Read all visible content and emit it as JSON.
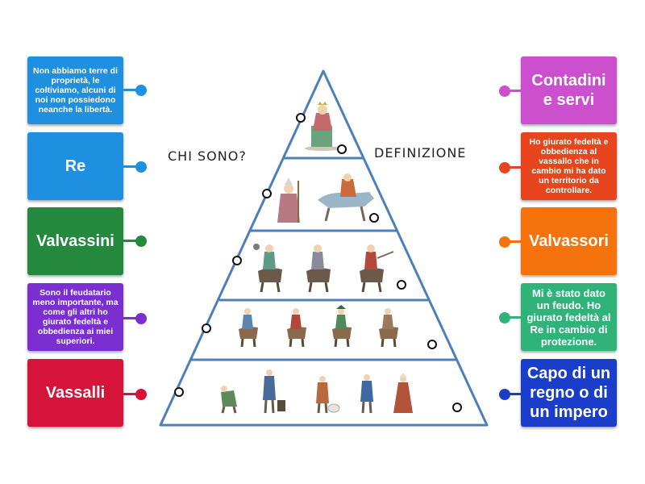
{
  "headings": {
    "left": "CHI SONO?",
    "right": "DEFINIZIONE"
  },
  "left_cards": [
    {
      "text": "Non abbiamo terre di proprietà, le coltiviamo, alcuni di noi non possiedono neanche la libertà.",
      "color": "#1f8fe0",
      "dot": "#1f8fe0"
    },
    {
      "text": "Re",
      "color": "#1f8fe0",
      "dot": "#1f8fe0"
    },
    {
      "text": "Valvassini",
      "color": "#24883f",
      "dot": "#24883f"
    },
    {
      "text": "Sono il feudatario meno importante, ma come gli altri ho giurato fedeltà e obbedienza ai miei superiori.",
      "color": "#7b2fd0",
      "dot": "#7b2fd0"
    },
    {
      "text": "Vassalli",
      "color": "#d6143a",
      "dot": "#d6143a"
    }
  ],
  "right_cards": [
    {
      "text": "Contadini e servi",
      "color": "#cc4fce",
      "dot": "#cc4fce"
    },
    {
      "text": "Ho giurato fedeltà e obbedienza al vassallo che in cambio mi ha dato un territorio da controllare.",
      "color": "#e8441e",
      "dot": "#e8441e"
    },
    {
      "text": "Valvassori",
      "color": "#f5720d",
      "dot": "#f5720d"
    },
    {
      "text": "Mi è stato dato un feudo. Ho giurato fedeltà al Re in cambio di protezione.",
      "color": "#2fb37a",
      "dot": "#2fb37a"
    },
    {
      "text": "Capo di un regno o di un impero",
      "color": "#1a3ec9",
      "dot": "#1a3ec9"
    }
  ],
  "pyramid": {
    "stroke": "#4d7fb8"
  }
}
